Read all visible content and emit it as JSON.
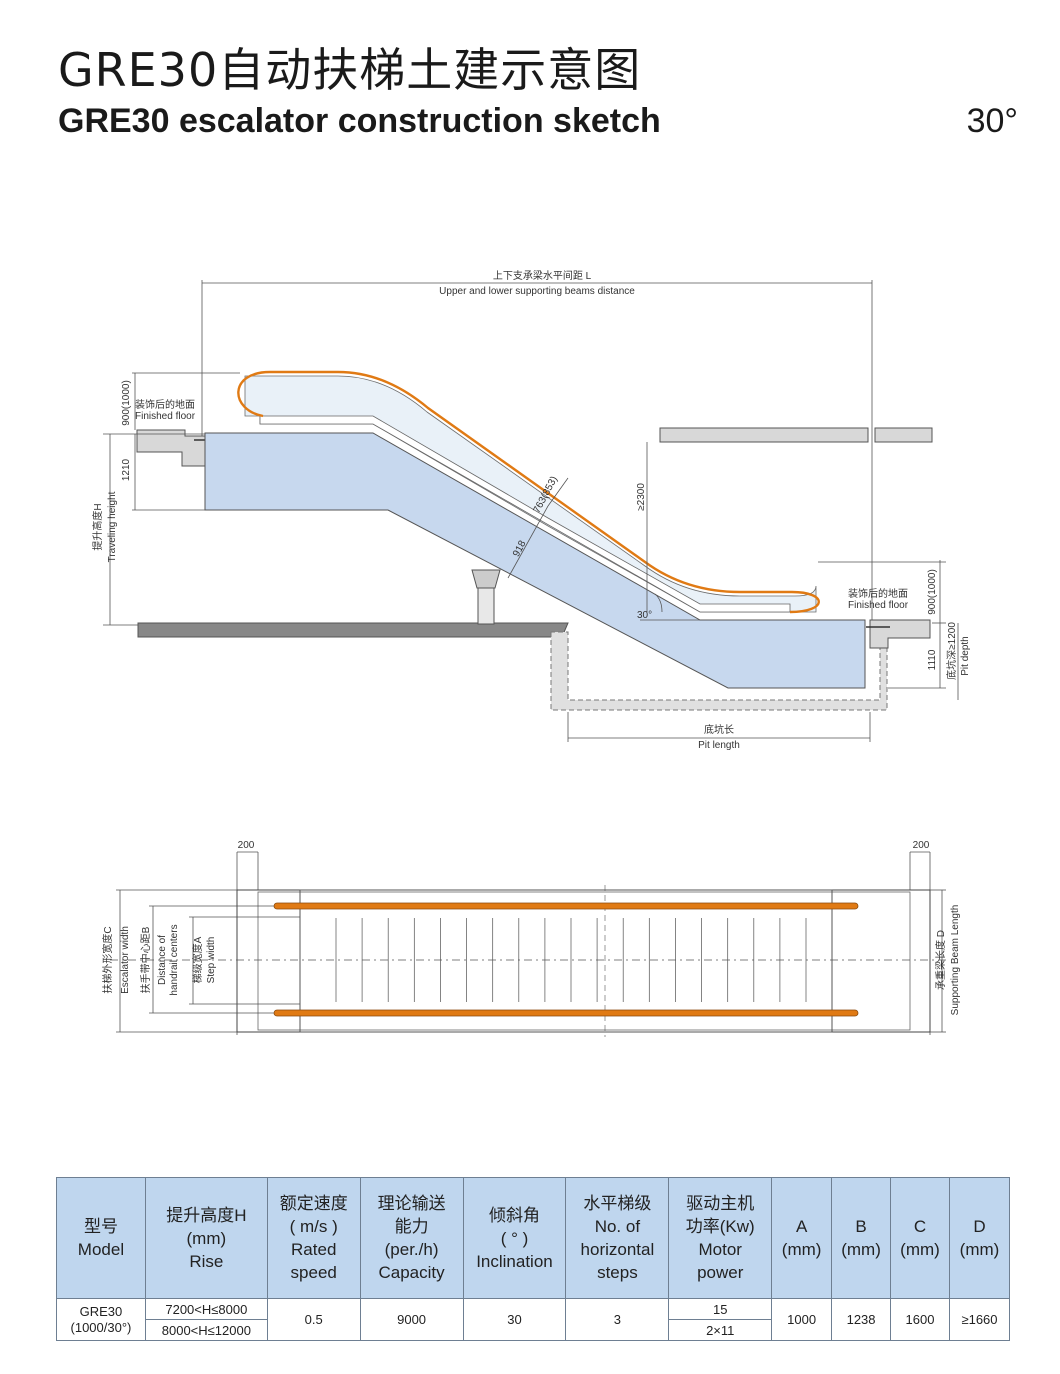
{
  "header": {
    "title_cn": "GRE30自动扶梯土建示意图",
    "title_en": "GRE30 escalator construction sketch",
    "angle": "30°"
  },
  "side_view": {
    "top_dim_cn": "上下支承梁水平间距 L",
    "top_dim_en": "Upper and lower supporting beams distance",
    "upper_floor_cn": "装饰后的地面",
    "upper_floor_en": "Finished floor",
    "lower_floor_cn": "装饰后的地面",
    "lower_floor_en": "Finished floor",
    "dim_900_left": "900(1000)",
    "dim_1210": "1210",
    "rise_cn": "提升高度H",
    "rise_en": "Traveling height",
    "dim_763": "763(853)",
    "dim_918": "918",
    "dim_2300": "≥2300",
    "dim_30": "30°",
    "dim_900_right": "900(1000)",
    "dim_1110": "1110",
    "pit_depth_cn": "底坑深≥1200",
    "pit_depth_en": "Pit depth",
    "pit_len_cn": "底坑长",
    "pit_len_en": "Pit length"
  },
  "plan_view": {
    "dim_200_left": "200",
    "dim_200_right": "200",
    "width_c_cn": "扶梯外形宽度C",
    "width_c_en": "Escalator width",
    "width_b_cn": "扶手带中心距B",
    "width_b_en_1": "Distance of",
    "width_b_en_2": "handrail centers",
    "width_a_cn": "梯级宽度A",
    "width_a_en": "Step width",
    "beam_cn": "承重梁长度 D",
    "beam_en": "Supporting Beam Length"
  },
  "table": {
    "headers": [
      [
        "型号",
        "Model"
      ],
      [
        "提升高度H",
        "(mm)",
        "Rise"
      ],
      [
        "额定速度",
        "( m/s )",
        "Rated",
        "speed"
      ],
      [
        "理论输送",
        "能力",
        "(per./h)",
        "Capacity"
      ],
      [
        "倾斜角",
        "( ° )",
        "Inclination"
      ],
      [
        "水平梯级",
        "No. of",
        "horizontal",
        "steps"
      ],
      [
        "驱动主机",
        "功率(Kw)",
        "Motor",
        "power"
      ],
      [
        "A",
        "(mm)"
      ],
      [
        "B",
        "(mm)"
      ],
      [
        "C",
        "(mm)"
      ],
      [
        "D",
        "(mm)"
      ]
    ],
    "row": {
      "model_1": "GRE30",
      "model_2": "(1000/30°)",
      "rise_1": "7200<H≤8000",
      "rise_2": "8000<H≤12000",
      "speed": "0.5",
      "capacity": "9000",
      "inclination": "30",
      "steps": "3",
      "power_1": "15",
      "power_2": "2×11",
      "a": "1000",
      "b": "1238",
      "c": "1600",
      "d": "≥1660"
    }
  },
  "colors": {
    "handrail": "#e07a14",
    "truss_fill": "#c7d8ee",
    "header_fill": "#bfd6ee",
    "pit_fill": "#e0e0e0"
  }
}
